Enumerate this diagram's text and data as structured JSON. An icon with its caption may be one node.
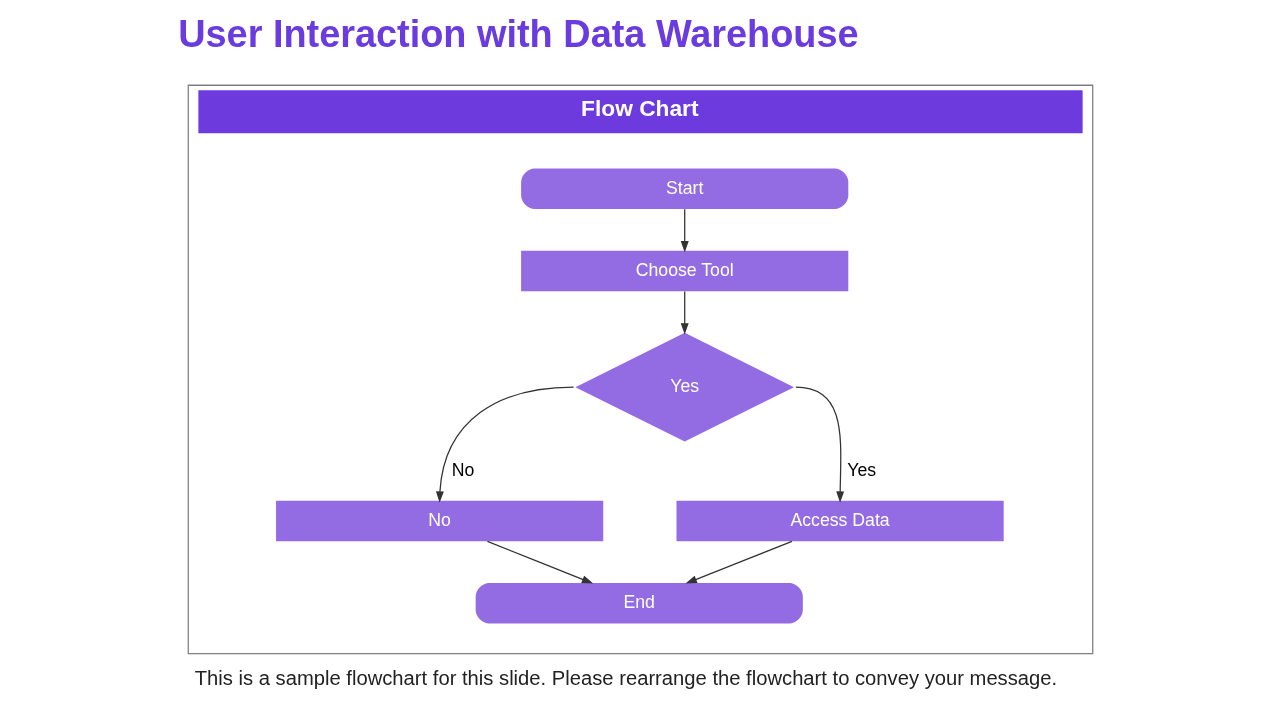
{
  "diagram": {
    "title": "User Interaction with Data Warehouse",
    "caption": "This is a sample flowchart for this slide. Please rearrange the flowchart to convey your message.",
    "nodes": [
      {
        "text": [
          "Flow Chart"
        ]
      },
      {
        "text": [
          "Start"
        ],
        "in": 0
      },
      {
        "text": [
          "Choose Tool"
        ],
        "in": 0
      },
      {
        "text": [
          "Yes"
        ],
        "in": 0
      },
      {
        "text": [
          "No"
        ],
        "in": 0
      },
      {
        "text": [
          "Access Data"
        ],
        "in": 0
      },
      {
        "text": [
          "End"
        ],
        "in": 0
      }
    ],
    "edges": [
      {
        "from": 1,
        "to": 2,
        "arrow": "to"
      },
      {
        "from": 2,
        "to": 3,
        "arrow": "to"
      },
      {
        "from": 3,
        "to": 4,
        "arrow": "to",
        "label": "No"
      },
      {
        "from": 3,
        "to": 5,
        "arrow": "to",
        "label": "Yes"
      },
      {
        "from": 4,
        "to": 6,
        "arrow": "to"
      },
      {
        "from": 5,
        "to": 6,
        "arrow": "to"
      }
    ]
  }
}
